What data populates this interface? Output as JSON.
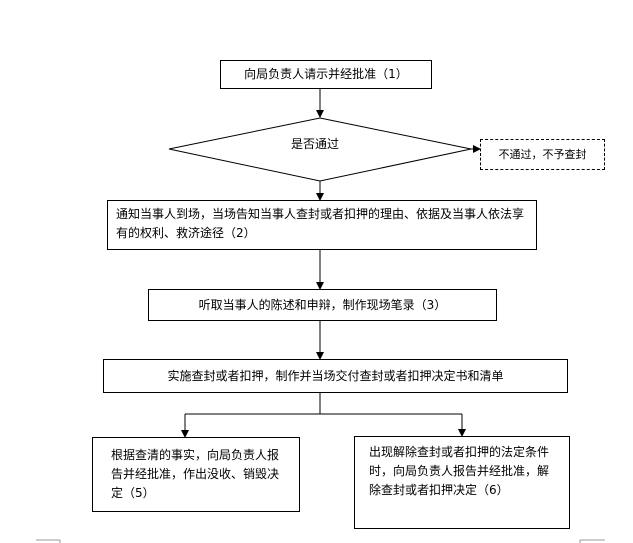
{
  "flowchart": {
    "step1": "向局负责人请示并经批准（1）",
    "decision": "是否通过",
    "reject": "不通过，不予查封",
    "step2": "通知当事人到场，当场告知当事人查封或者扣押的理由、依据及当事人依法享有的权利、救济途径（2）",
    "step3": "听取当事人的陈述和申辩，制作现场笔录（3）",
    "step4": "实施查封或者扣押，制作并当场交付查封或者扣押决定书和清单",
    "step5": "根据查清的事实，向局负责人报告并经批准，作出没收、销毁决定（5）",
    "step6": "出现解除查封或者扣押的法定条件时，向局负责人报告并经批准，解除查封或者扣押决定（6）"
  }
}
